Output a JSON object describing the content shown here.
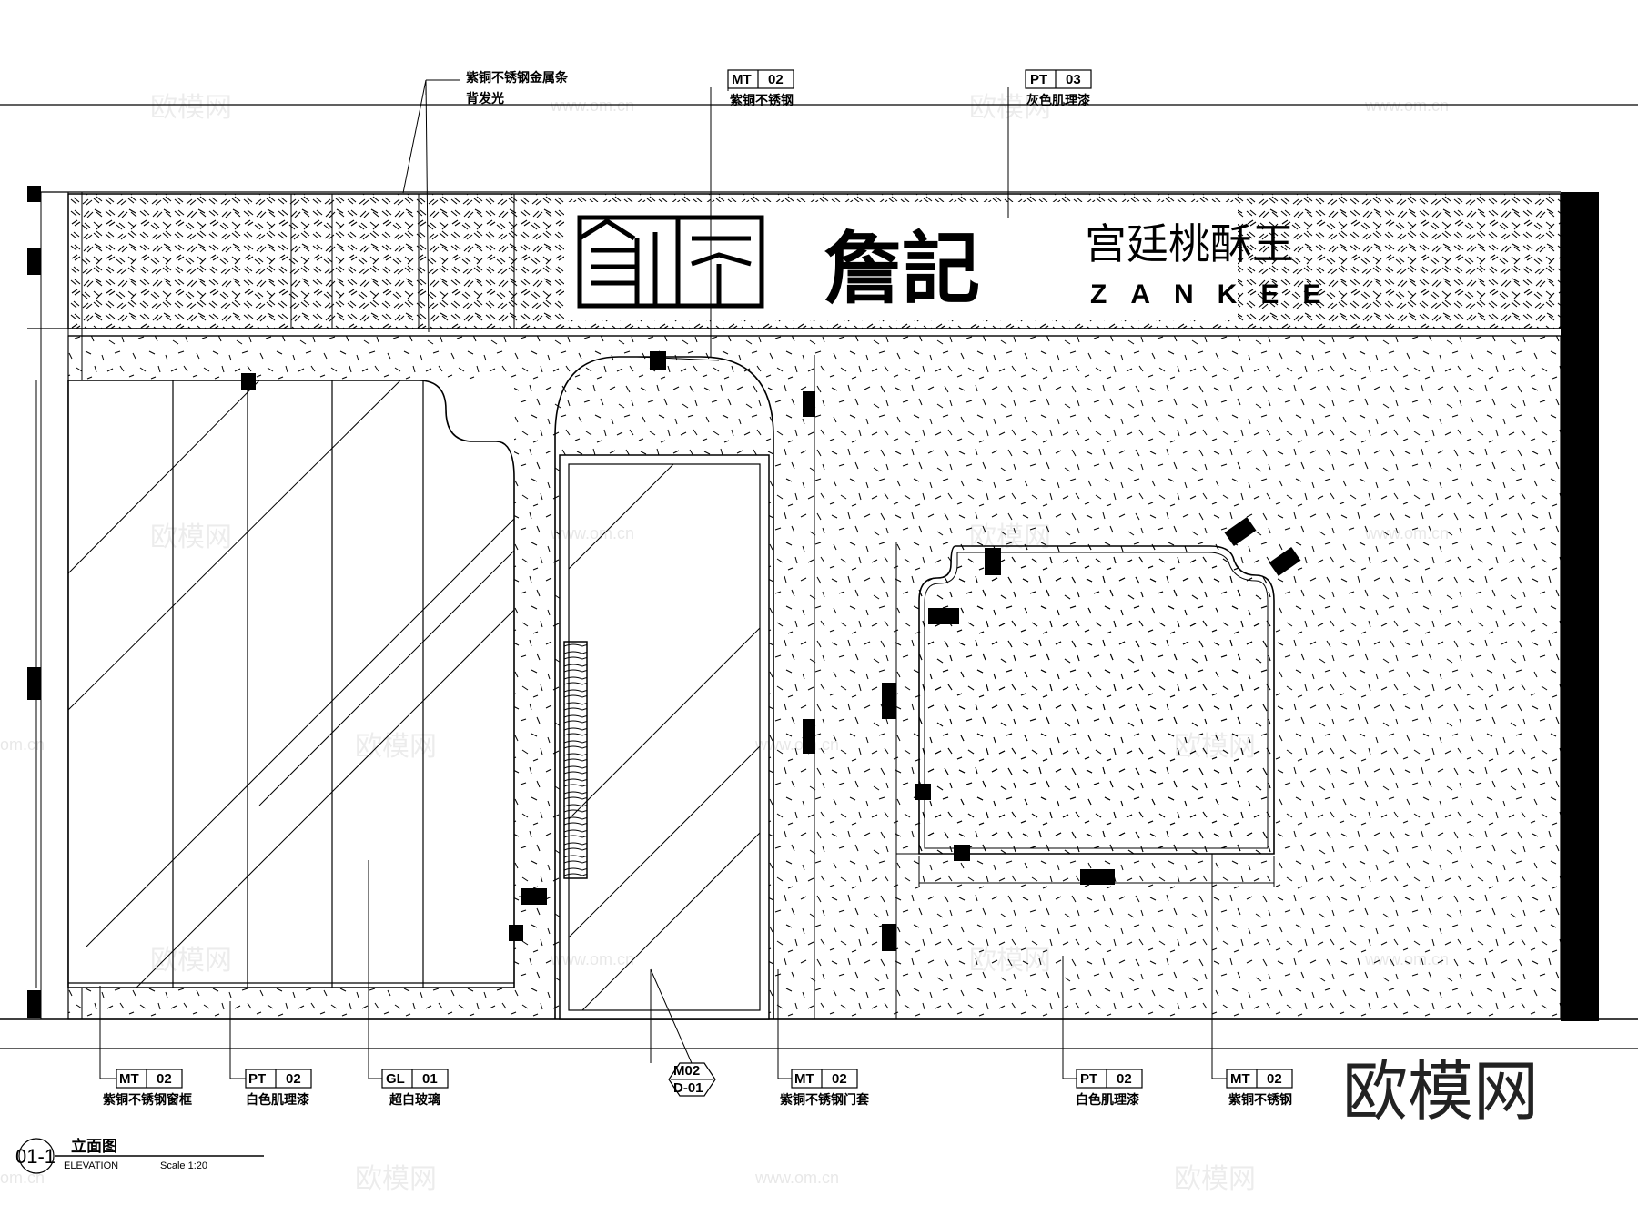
{
  "brand": {
    "name_cn": "詹記",
    "slogan": "宫廷桃酥王",
    "name_en": "ZANKEE"
  },
  "callouts": {
    "top_left": {
      "line1": "紫铜不锈钢金属条",
      "line2": "背发光"
    },
    "top_mid": {
      "code": "MT",
      "num": "02",
      "desc": "紫铜不锈钢"
    },
    "top_right": {
      "code": "PT",
      "num": "03",
      "desc": "灰色肌理漆"
    },
    "bottom": [
      {
        "code": "MT",
        "num": "02",
        "desc": "紫铜不锈钢窗框"
      },
      {
        "code": "PT",
        "num": "02",
        "desc": "白色肌理漆"
      },
      {
        "code": "GL",
        "num": "01",
        "desc": "超白玻璃"
      },
      {
        "code": "MT",
        "num": "02",
        "desc": "紫铜不锈钢门套"
      },
      {
        "code": "PT",
        "num": "02",
        "desc": "白色肌理漆"
      },
      {
        "code": "MT",
        "num": "02",
        "desc": "紫铜不锈钢"
      }
    ],
    "door_tag": {
      "top": "M02",
      "bottom": "D-01"
    }
  },
  "title_block": {
    "number": "01-1",
    "title_cn": "立面图",
    "title_en": "ELEVATION",
    "scale": "Scale 1:20"
  },
  "watermark": {
    "brand": "欧模网",
    "url": "www.om.cn",
    "url_clip": "om.cn"
  }
}
